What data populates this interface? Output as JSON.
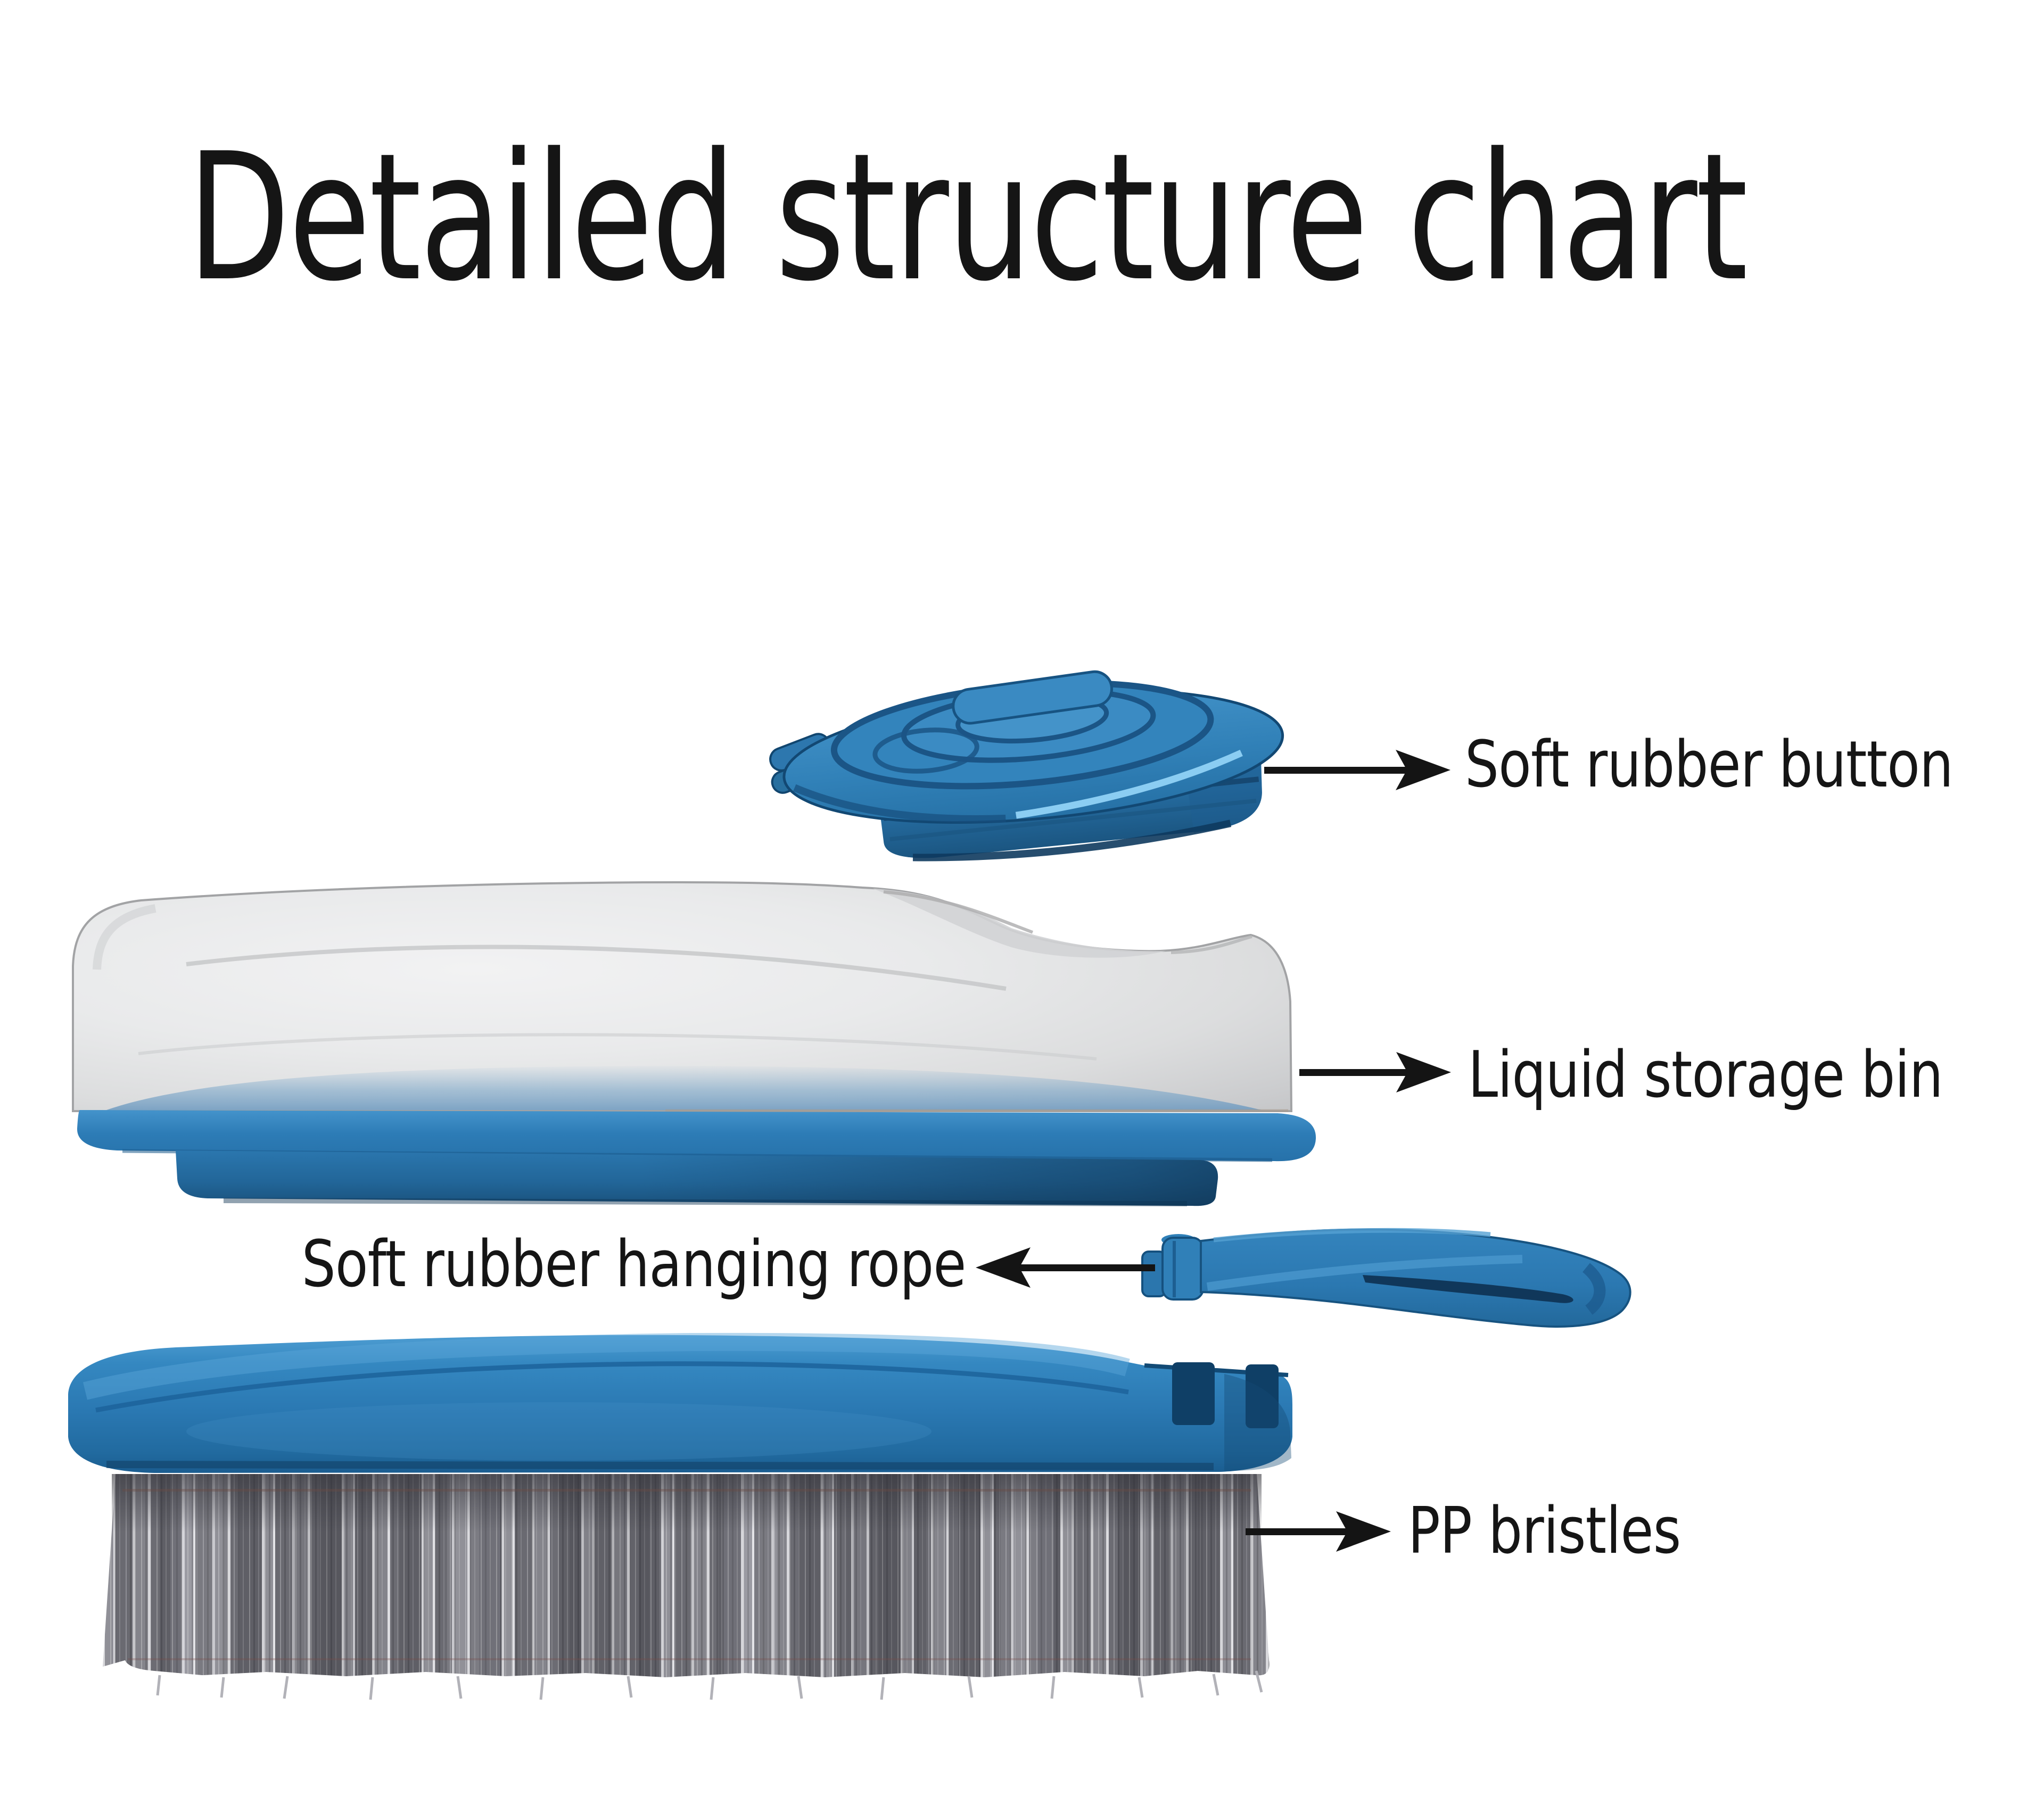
{
  "title": "Detailed structure chart",
  "labels": {
    "button": "Soft rubber button",
    "bin": "Liquid storage bin",
    "rope": "Soft rubber hanging rope",
    "bristles": "PP bristles"
  },
  "colors": {
    "brush_blue": "#2e7cb5",
    "dark_navy": "#0f3c61",
    "bristle_gray": "#8f8f95",
    "label_text": "#151515",
    "dome_gray": "#d9dadc"
  }
}
